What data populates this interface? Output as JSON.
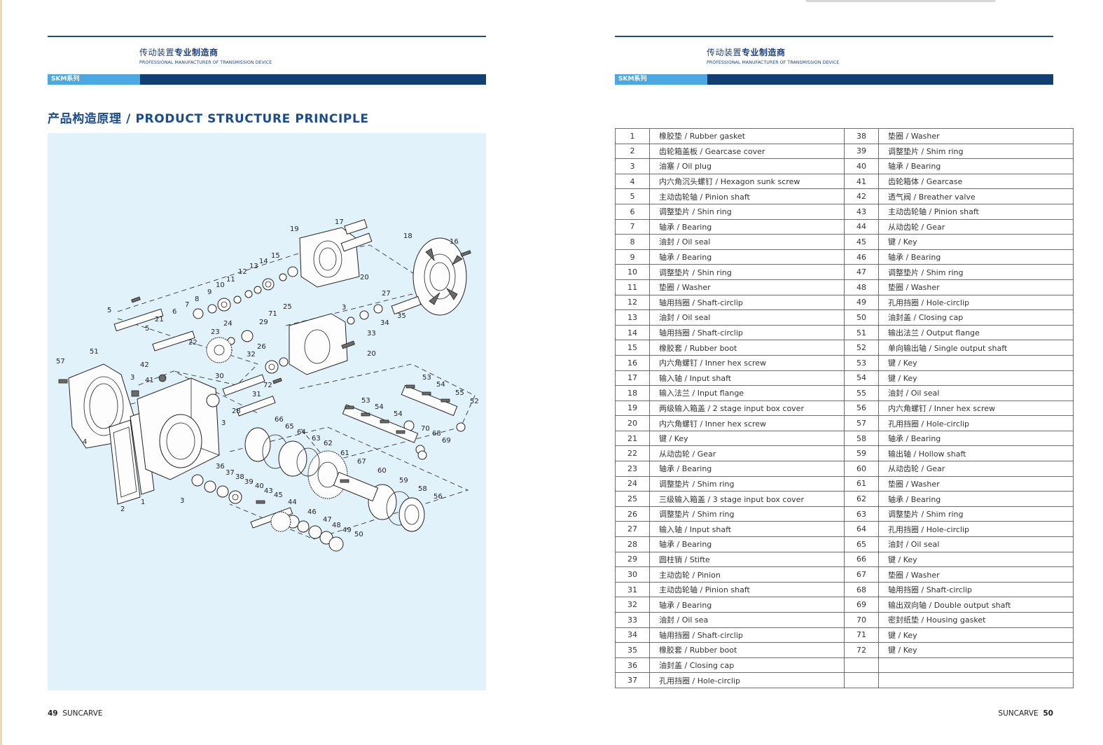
{
  "header": {
    "title_cn_normal": "传动装置",
    "title_cn_bold": "专业制造商",
    "subtitle": "PROFESSIONAL MANUFACTURER OF TRANSMISSION DEVICE",
    "series_tab": "SKM系列"
  },
  "left_page": {
    "section_title": "产品构造原理 / PRODUCT STRUCTURE PRINCIPLE",
    "page_number": "49",
    "brand": "SUNCARVE"
  },
  "right_page": {
    "page_number": "50",
    "brand": "SUNCARVE"
  },
  "diagram_labels": [
    "1",
    "2",
    "3",
    "3",
    "3",
    "3",
    "4",
    "5",
    "5",
    "6",
    "7",
    "8",
    "9",
    "10",
    "11",
    "12",
    "13",
    "14",
    "15",
    "16",
    "17",
    "18",
    "19",
    "20",
    "20",
    "21",
    "22",
    "23",
    "24",
    "25",
    "26",
    "27",
    "28",
    "29",
    "30",
    "31",
    "32",
    "33",
    "34",
    "35",
    "36",
    "37",
    "38",
    "39",
    "40",
    "41",
    "42",
    "43",
    "44",
    "45",
    "46",
    "47",
    "48",
    "49",
    "50",
    "51",
    "52",
    "53",
    "53",
    "54",
    "54",
    "54",
    "55",
    "56",
    "57",
    "58",
    "59",
    "60",
    "61",
    "62",
    "63",
    "64",
    "65",
    "66",
    "67",
    "68",
    "69",
    "70",
    "71",
    "72"
  ],
  "parts_left": [
    {
      "no": "1",
      "name": "橡胶垫 / Rubber gasket"
    },
    {
      "no": "2",
      "name": "齿轮箱盖板 / Gearcase cover"
    },
    {
      "no": "3",
      "name": "油塞 / Oil plug"
    },
    {
      "no": "4",
      "name": "内六角沉头螺钉 / Hexagon sunk screw"
    },
    {
      "no": "5",
      "name": "主动齿轮轴 / Pinion shaft"
    },
    {
      "no": "6",
      "name": "调整垫片 / Shin ring"
    },
    {
      "no": "7",
      "name": "轴承 / Bearing"
    },
    {
      "no": "8",
      "name": "油封 / Oil seal"
    },
    {
      "no": "9",
      "name": "轴承 / Bearing"
    },
    {
      "no": "10",
      "name": "调整垫片 / Shin ring"
    },
    {
      "no": "11",
      "name": "垫圈 / Washer"
    },
    {
      "no": "12",
      "name": "轴用挡圈 / Shaft-circlip"
    },
    {
      "no": "13",
      "name": "油封 / Oil seal"
    },
    {
      "no": "14",
      "name": "轴用挡圈 / Shaft-circlip"
    },
    {
      "no": "15",
      "name": "橡胶套 / Rubber boot"
    },
    {
      "no": "16",
      "name": "内六角螺钉 / Inner hex screw"
    },
    {
      "no": "17",
      "name": "输入轴 / Input shaft"
    },
    {
      "no": "18",
      "name": "输入法兰 / Input flange"
    },
    {
      "no": "19",
      "name": "两级输入箱盖 / 2 stage input box cover"
    },
    {
      "no": "20",
      "name": "内六角螺钉 / Inner hex screw"
    },
    {
      "no": "21",
      "name": "键 / Key"
    },
    {
      "no": "22",
      "name": "从动齿轮 / Gear"
    },
    {
      "no": "23",
      "name": "轴承 / Bearing"
    },
    {
      "no": "24",
      "name": "调整垫片 / Shim ring"
    },
    {
      "no": "25",
      "name": "三级输入箱盖 / 3 stage input box cover"
    },
    {
      "no": "26",
      "name": "调整垫片 / Shim ring"
    },
    {
      "no": "27",
      "name": "输入轴 / Input shaft"
    },
    {
      "no": "28",
      "name": "轴承 / Bearing"
    },
    {
      "no": "29",
      "name": "圆柱销 / Stifte"
    },
    {
      "no": "30",
      "name": "主动齿轮 / Pinion"
    },
    {
      "no": "31",
      "name": "主动齿轮轴 / Pinion shaft"
    },
    {
      "no": "32",
      "name": "轴承 / Bearing"
    },
    {
      "no": "33",
      "name": "油封 / Oil sea"
    },
    {
      "no": "34",
      "name": "轴用挡圈 / Shaft-circlip"
    },
    {
      "no": "35",
      "name": "橡胶套 / Rubber boot"
    },
    {
      "no": "36",
      "name": "油封盖 / Closing cap"
    },
    {
      "no": "37",
      "name": "孔用挡圈 / Hole-circlip"
    }
  ],
  "parts_right": [
    {
      "no": "38",
      "name": "垫圈 / Washer"
    },
    {
      "no": "39",
      "name": "调整垫片 / Shim ring"
    },
    {
      "no": "40",
      "name": "轴承 / Bearing"
    },
    {
      "no": "41",
      "name": "齿轮箱体 / Gearcase"
    },
    {
      "no": "42",
      "name": "透气阀 / Breather valve"
    },
    {
      "no": "43",
      "name": "主动齿轮轴 / Pinion shaft"
    },
    {
      "no": "44",
      "name": "从动齿轮 / Gear"
    },
    {
      "no": "45",
      "name": "键 / Key"
    },
    {
      "no": "46",
      "name": "轴承 / Bearing"
    },
    {
      "no": "47",
      "name": "调整垫片 / Shim ring"
    },
    {
      "no": "48",
      "name": "垫圈 / Washer"
    },
    {
      "no": "49",
      "name": "孔用挡圈 / Hole-circlip"
    },
    {
      "no": "50",
      "name": "油封盖 / Closing cap"
    },
    {
      "no": "51",
      "name": "输出法兰 / Output flange"
    },
    {
      "no": "52",
      "name": "单向输出轴 / Single output shaft"
    },
    {
      "no": "53",
      "name": "键 / Key"
    },
    {
      "no": "54",
      "name": "键 / Key"
    },
    {
      "no": "55",
      "name": "油封 / Oil seal"
    },
    {
      "no": "56",
      "name": "内六角螺钉 / Inner hex screw"
    },
    {
      "no": "57",
      "name": "孔用挡圈 / Hole-circlip"
    },
    {
      "no": "58",
      "name": "轴承 / Bearing"
    },
    {
      "no": "59",
      "name": "输出轴 / Hollow shaft"
    },
    {
      "no": "60",
      "name": "从动齿轮 / Gear"
    },
    {
      "no": "61",
      "name": "垫圈 / Washer"
    },
    {
      "no": "62",
      "name": "轴承 / Bearing"
    },
    {
      "no": "63",
      "name": "调整垫片 / Shim ring"
    },
    {
      "no": "64",
      "name": "孔用挡圈 / Hole-circlip"
    },
    {
      "no": "65",
      "name": "油封 / Oil seal"
    },
    {
      "no": "66",
      "name": "键 / Key"
    },
    {
      "no": "67",
      "name": "垫圈 / Washer"
    },
    {
      "no": "68",
      "name": "轴用挡圈 / Shaft-circlip"
    },
    {
      "no": "69",
      "name": "输出双向轴 / Double output shaft"
    },
    {
      "no": "70",
      "name": "密封纸垫 / Housing gasket"
    },
    {
      "no": "71",
      "name": "键 / Key"
    },
    {
      "no": "72",
      "name": "键 / Key"
    },
    {
      "no": "",
      "name": ""
    },
    {
      "no": "",
      "name": ""
    }
  ]
}
